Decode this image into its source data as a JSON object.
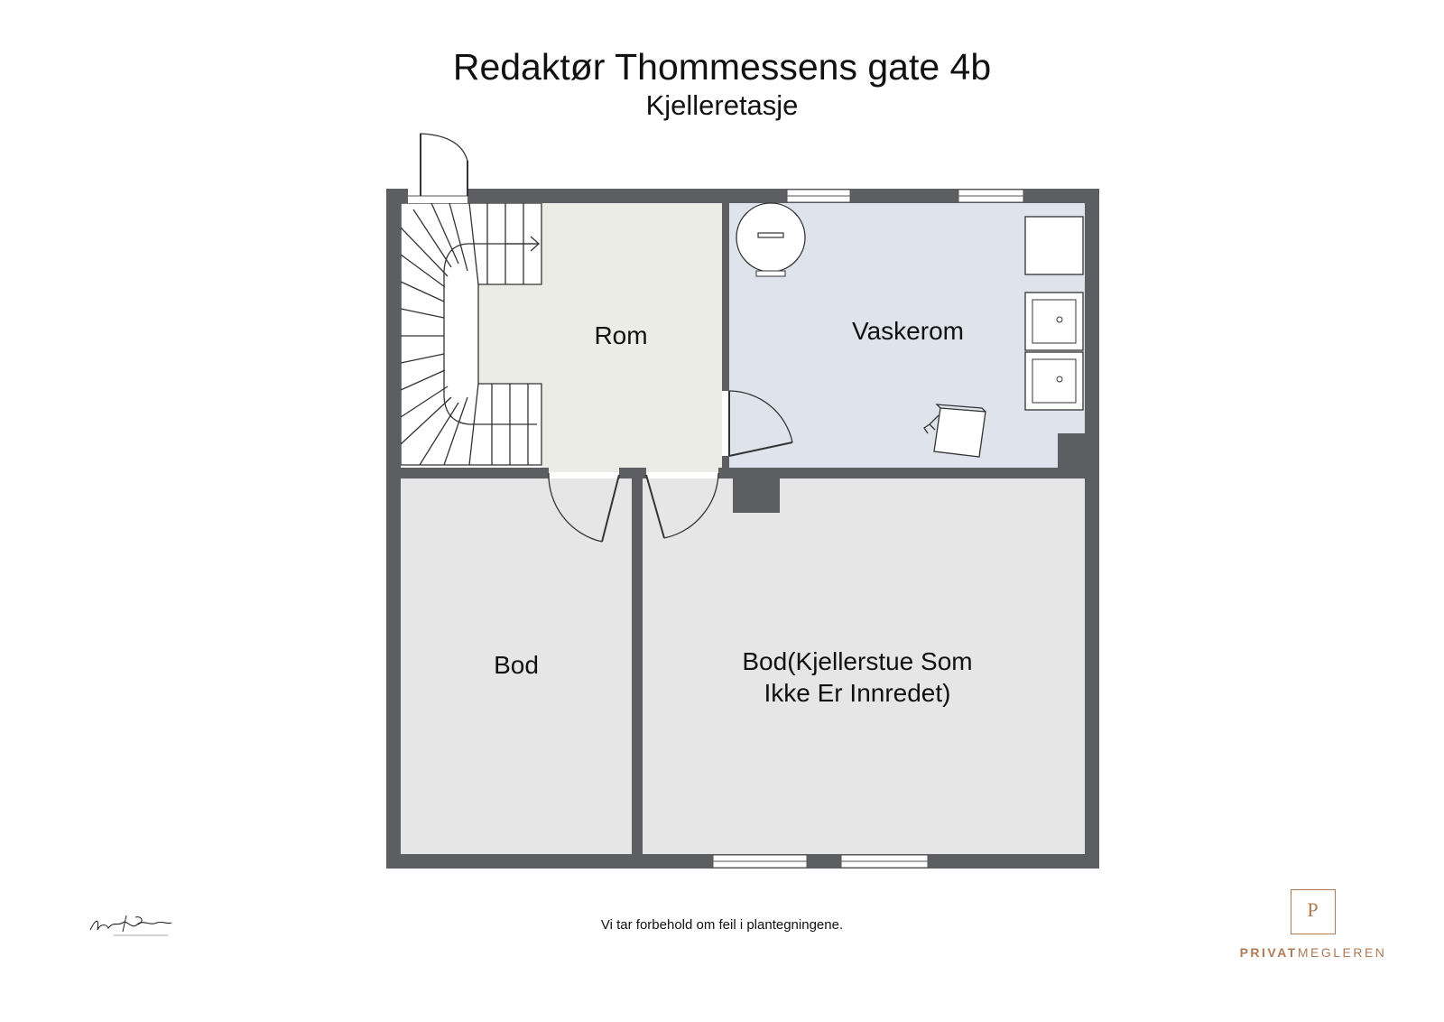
{
  "header": {
    "title": "Redaktør Thommessens gate 4b",
    "subtitle": "Kjelleretasje"
  },
  "rooms": {
    "rom": "Rom",
    "vaskerom": "Vaskerom",
    "bod": "Bod",
    "bod_kjellerstue_line1": "Bod(Kjellerstue Som",
    "bod_kjellerstue_line2": "Ikke Er Innredet)"
  },
  "footer": {
    "disclaimer": "Vi tar forbehold om feil i plantegningene.",
    "brand_letter": "P",
    "brand_name_bold": "PRIVAT",
    "brand_name_rest": "MEGLEREN"
  },
  "colors": {
    "wall": "#5c5e62",
    "rom_fill": "#ebece6",
    "vaskerom_fill": "#dfe4ec",
    "bod_fill": "#e6e6e6",
    "brand": "#b07a55"
  }
}
